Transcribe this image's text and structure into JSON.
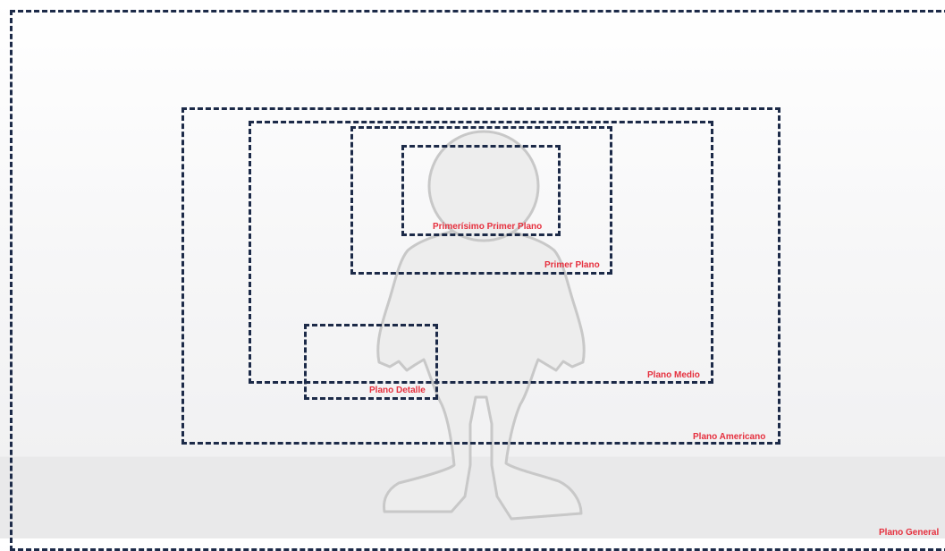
{
  "shot_labels": {
    "general": "Plano General",
    "americano": "Plano Americano",
    "medio": "Plano Medio",
    "primer_plano": "Primer Plano",
    "primerisimo": "Primerísimo Primer Plano",
    "detalle": "Plano Detalle"
  },
  "colors": {
    "frame_border": "#1c2a48",
    "label_text": "#e6303e",
    "figure_fill": "#ededed",
    "figure_outline": "#c8c8c8"
  },
  "icons": {
    "figure": "person-silhouette-icon"
  }
}
